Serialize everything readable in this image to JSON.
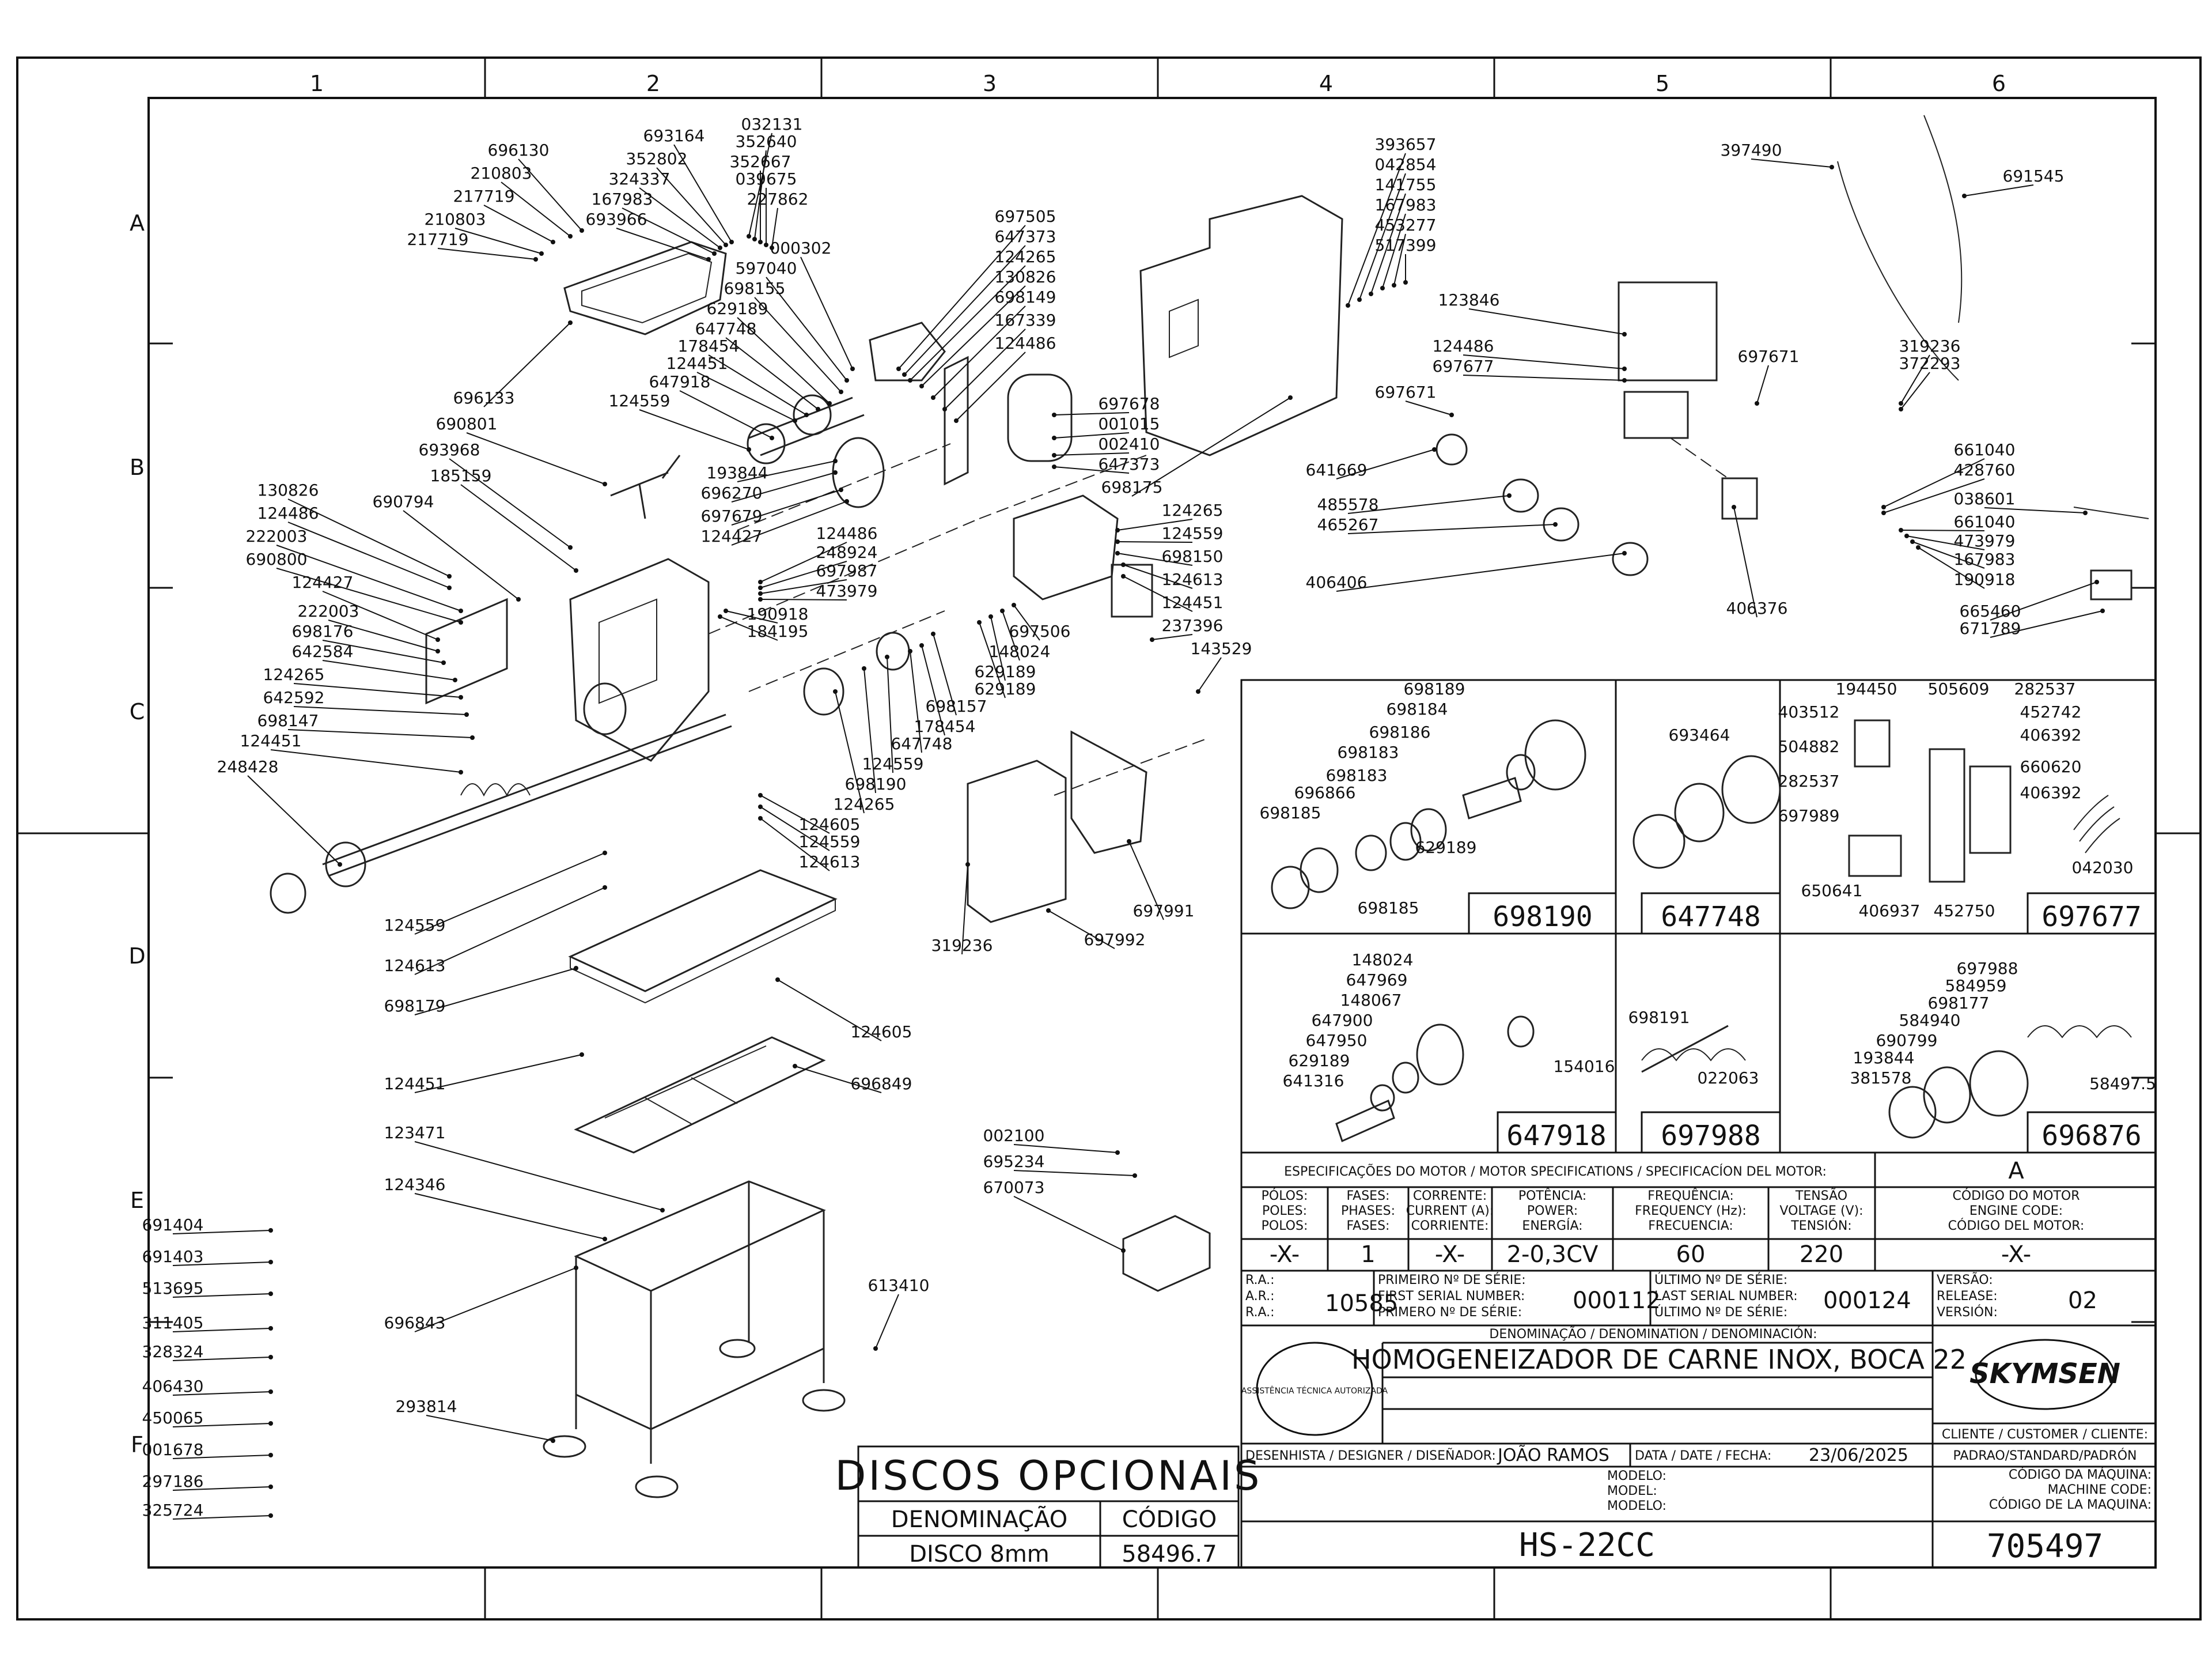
{
  "grid": {
    "columns": [
      "1",
      "2",
      "3",
      "4",
      "5",
      "6"
    ],
    "rows": [
      "A",
      "B",
      "C",
      "D",
      "E",
      "F"
    ]
  },
  "callouts": [
    "696130",
    "210803",
    "217719",
    "210803",
    "217719",
    "693164",
    "352802",
    "324337",
    "167983",
    "693966",
    "032131",
    "352640",
    "352667",
    "039675",
    "227862",
    "696133",
    "690801",
    "693968",
    "185159",
    "130826",
    "124486",
    "690794",
    "222003",
    "690800",
    "124427",
    "222003",
    "698176",
    "642584",
    "124265",
    "642592",
    "698147",
    "124451",
    "248428",
    "000302",
    "597040",
    "698155",
    "629189",
    "647748",
    "178454",
    "124451",
    "647918",
    "124559",
    "697505",
    "647373",
    "124265",
    "130826",
    "698149",
    "167339",
    "124486",
    "697678",
    "001015",
    "002410",
    "647373",
    "193844",
    "696270",
    "697679",
    "124427",
    "124486",
    "248924",
    "697987",
    "473979",
    "190918",
    "184195",
    "698175",
    "124265",
    "124559",
    "698150",
    "124613",
    "124451",
    "237396",
    "143529",
    "697506",
    "148024",
    "629189",
    "629189",
    "698157",
    "178454",
    "647748",
    "124559",
    "698190",
    "124265",
    "124605",
    "124559",
    "124613",
    "124559",
    "124613",
    "698179",
    "124605",
    "696849",
    "124451",
    "123471",
    "124346",
    "696843",
    "613410",
    "293814",
    "697991",
    "697992",
    "319236",
    "002100",
    "695234",
    "670073",
    "393657",
    "042854",
    "141755",
    "167983",
    "453277",
    "517399",
    "123846",
    "124486",
    "697677",
    "697671",
    "697671",
    "641669",
    "485578",
    "465267",
    "406406",
    "406376",
    "397490",
    "691545",
    "319236",
    "372293",
    "661040",
    "428760",
    "038601",
    "661040",
    "473979",
    "167983",
    "190918",
    "665460",
    "671789",
    "691404",
    "691403",
    "513695",
    "311405",
    "328324",
    "406430",
    "450065",
    "001678",
    "297186",
    "325724"
  ],
  "detail_698190": {
    "code": "698190",
    "labels": [
      "698189",
      "698184",
      "698186",
      "698183",
      "698183",
      "696866",
      "698185",
      "629189",
      "698185"
    ]
  },
  "detail_647748": {
    "code": "647748",
    "labels": [
      "693464"
    ]
  },
  "detail_697677": {
    "code": "697677",
    "labels": [
      "194450",
      "505609",
      "282537",
      "403512",
      "452742",
      "504882",
      "406392",
      "660620",
      "406392",
      "282537",
      "697989",
      "650641",
      "406937",
      "452750",
      "042030"
    ]
  },
  "detail_647918": {
    "code": "647918",
    "labels": [
      "148024",
      "647969",
      "148067",
      "647900",
      "647950",
      "629189",
      "641316",
      "154016"
    ]
  },
  "detail_697988": {
    "code": "697988",
    "labels": [
      "698191",
      "022063"
    ]
  },
  "detail_696876": {
    "code": "696876",
    "labels": [
      "697988",
      "584959",
      "698177",
      "584940",
      "690799",
      "193844",
      "381578",
      "58497.5"
    ]
  },
  "discos": {
    "title": "DISCOS OPCIONAIS",
    "col_name": "DENOMINAÇÃO",
    "col_code": "CÓDIGO",
    "row_name": "DISCO 8mm",
    "row_code": "58496.7"
  },
  "motor_spec": {
    "header": "ESPECIFICAÇÕES DO MOTOR / MOTOR SPECIFICATIONS / SPECIFICACÍON DEL MOTOR:",
    "version_letter": "A",
    "columns": [
      {
        "label": [
          "PÓLOS:",
          "POLES:",
          "POLOS:"
        ],
        "value": "-X-"
      },
      {
        "label": [
          "FASES:",
          "PHASES:",
          "FASES:"
        ],
        "value": "1"
      },
      {
        "label": [
          "CORRENTE:",
          "CURRENT (A):",
          "CORRIENTE:"
        ],
        "value": "-X-"
      },
      {
        "label": [
          "POTÊNCIA:",
          "POWER:",
          "ENERGÍA:"
        ],
        "value": "2-0,3CV"
      },
      {
        "label": [
          "FREQUÊNCIA:",
          "FREQUENCY (Hz):",
          "FRECUENCIA:"
        ],
        "value": "60"
      },
      {
        "label": [
          "TENSÃO",
          "VOLTAGE (V):",
          "TENSIÓN:"
        ],
        "value": "220"
      },
      {
        "label": [
          "CÓDIGO DO MOTOR",
          "ENGINE CODE:",
          "CÓDIGO DEL MOTOR:"
        ],
        "value": "-X-"
      }
    ]
  },
  "title_block": {
    "ra_labels": [
      "R.A.:",
      "A.R.:",
      "R.A.:"
    ],
    "ra_value": "10585",
    "first_serial_labels": [
      "PRIMEIRO Nº DE SÉRIE:",
      "FIRST SERIAL NUMBER:",
      "PRIMERO Nº DE SÉRIE:"
    ],
    "first_serial": "000112",
    "last_serial_labels": [
      "ÚLTIMO Nº DE SÉRIE:",
      "LAST SERIAL NUMBER:",
      "ÚLTIMO Nº DE SÉRIE:"
    ],
    "last_serial": "000124",
    "version_labels": [
      "VERSÃO:",
      "RELEASE:",
      "VERSIÓN:"
    ],
    "version": "02",
    "denomination_label": "DENOMINAÇÃO / DENOMINATION / DENOMINACIÓN:",
    "denomination": "HOMOGENEIZADOR DE CARNE INOX, BOCA 22",
    "brand": "SKYMSEN",
    "stamp_text": "ASSISTÊNCIA TÉCNICA AUTORIZADA",
    "client_label": "CLIENTE / CUSTOMER / CLIENTE:",
    "client": "PADRAO/STANDARD/PADRÓN",
    "designer_label": "DESENHISTA / DESIGNER / DISEÑADOR:",
    "designer": "JOÃO RAMOS",
    "date_label": "DATA / DATE / FECHA:",
    "date": "23/06/2025",
    "model_labels": [
      "MODELO:",
      "MODEL:",
      "MODELO:"
    ],
    "model": "HS-22CC",
    "machine_code_labels": [
      "CÓDIGO DA MÁQUINA:",
      "MACHINE CODE:",
      "CÓDIGO DE LA MAQUINA:"
    ],
    "machine_code": "705497"
  }
}
